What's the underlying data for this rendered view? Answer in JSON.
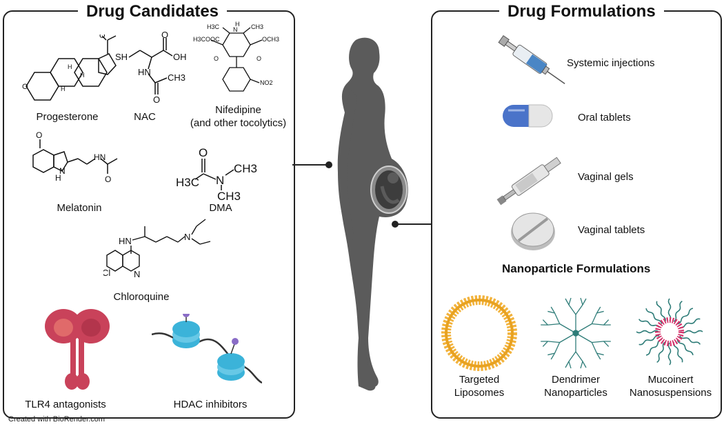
{
  "left_panel": {
    "title": "Drug Candidates",
    "items": [
      {
        "name": "Progesterone"
      },
      {
        "name": "NAC"
      },
      {
        "name": "Nifedipine\n(and other tocolytics)"
      },
      {
        "name": "Melatonin"
      },
      {
        "name": "DMA"
      },
      {
        "name": "Chloroquine"
      },
      {
        "name": "TLR4 antagonists"
      },
      {
        "name": "HDAC inhibitors"
      }
    ],
    "structure_text": {
      "nac_sh": "SH",
      "nac_oh": "OH",
      "nac_o": "O",
      "nac_hn": "HN",
      "nac_o2": "O",
      "nac_ch3": "CH3",
      "nif_h3c": "H3C",
      "nif_nh": "N",
      "nif_h": "H",
      "nif_ch3": "CH3",
      "nif_ester_l": "H3COOC",
      "nif_ester_r": "OCH3",
      "nif_o1": "O",
      "nif_o2": "O",
      "nif_no2": "NO2",
      "mel_o": "O",
      "mel_hn": "HN",
      "mel_h": "H",
      "mel_n": "N",
      "mel_o2": "O",
      "dma_o": "O",
      "dma_h3c": "H3C",
      "dma_n": "N",
      "dma_ch3a": "CH3",
      "dma_ch3b": "CH3",
      "cq_hn": "HN",
      "cq_n": "N",
      "cq_cl": "Cl",
      "cq_n2": "N",
      "prog_o": "O",
      "prog_o2": "O",
      "prog_h1": "H",
      "prog_h2": "H",
      "prog_h3": "H"
    }
  },
  "right_panel": {
    "title": "Drug Formulations",
    "formulations": [
      {
        "name": "Systemic injections",
        "icon": "syringe-icon"
      },
      {
        "name": "Oral tablets",
        "icon": "capsule-icon"
      },
      {
        "name": "Vaginal gels",
        "icon": "applicator-icon"
      },
      {
        "name": "Vaginal tablets",
        "icon": "tablet-icon"
      }
    ],
    "nano_title": "Nanoparticle Formulations",
    "nanoparticles": [
      {
        "name": "Targeted\nLiposomes",
        "icon": "liposome-icon"
      },
      {
        "name": "Dendrimer\nNanoparticles",
        "icon": "dendrimer-icon"
      },
      {
        "name": "Mucoinert\nNanosuspensions",
        "icon": "nanosuspension-icon"
      }
    ]
  },
  "credit": "Created with BioRender.com",
  "colors": {
    "silhouette": "#5b5b5b",
    "liposome": "#f2b33d",
    "dendrimer": "#2e7c78",
    "nano_core": "#d6336c",
    "nano_chain": "#2e7c78",
    "tlr4": "#c9425a",
    "histone": "#3bb3d9",
    "syringe_fluid": "#4a86c5",
    "capsule_blue": "#4a73c9"
  }
}
